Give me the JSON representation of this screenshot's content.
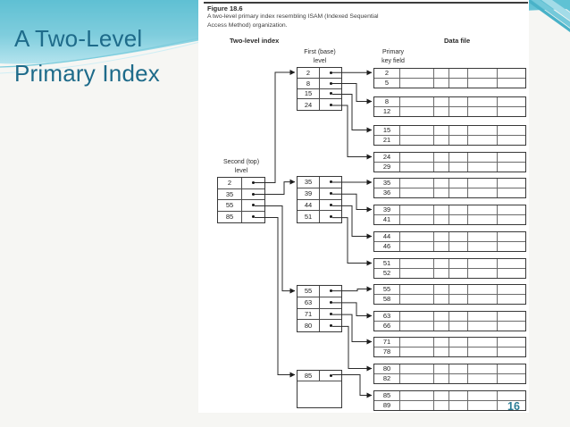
{
  "slide": {
    "title_line1": "A Two-Level",
    "title_line2": "Primary Index",
    "page_number": "16",
    "colors": {
      "accent_teal": "#57bed2",
      "title_text": "#1e6b8a",
      "page_number_text": "#2b7c95",
      "figure_rule": "#3c3c3c"
    }
  },
  "figure": {
    "caption_title": "Figure 18.6",
    "caption_line1": "A two-level primary index resembling ISAM (Indexed Sequential",
    "caption_line2": "Access Method) organization.",
    "labels": {
      "two_level_index": "Two-level index",
      "data_file": "Data file",
      "first_level_line1": "First (base)",
      "first_level_line2": "level",
      "primary_key_line1": "Primary",
      "primary_key_line2": "key field",
      "second_level_line1": "Second (top)",
      "second_level_line2": "level"
    },
    "second_level": {
      "entries": [
        "2",
        "35",
        "55",
        "85"
      ]
    },
    "first_level_blocks": [
      {
        "entries": [
          "2",
          "8",
          "15",
          "24"
        ]
      },
      {
        "entries": [
          "35",
          "39",
          "44",
          "51"
        ]
      },
      {
        "entries": [
          "55",
          "63",
          "71",
          "80"
        ]
      },
      {
        "entries": [
          "85"
        ]
      }
    ],
    "data_blocks": [
      {
        "keys": [
          "2",
          "5"
        ]
      },
      {
        "keys": [
          "8",
          "12"
        ]
      },
      {
        "keys": [
          "15",
          "21"
        ]
      },
      {
        "keys": [
          "24",
          "29"
        ]
      },
      {
        "keys": [
          "35",
          "36"
        ]
      },
      {
        "keys": [
          "39",
          "41"
        ]
      },
      {
        "keys": [
          "44",
          "46"
        ]
      },
      {
        "keys": [
          "51",
          "52"
        ]
      },
      {
        "keys": [
          "55",
          "58"
        ]
      },
      {
        "keys": [
          "63",
          "66"
        ]
      },
      {
        "keys": [
          "71",
          "78"
        ]
      },
      {
        "keys": [
          "80",
          "82"
        ]
      },
      {
        "keys": [
          "85",
          "89"
        ]
      }
    ]
  }
}
